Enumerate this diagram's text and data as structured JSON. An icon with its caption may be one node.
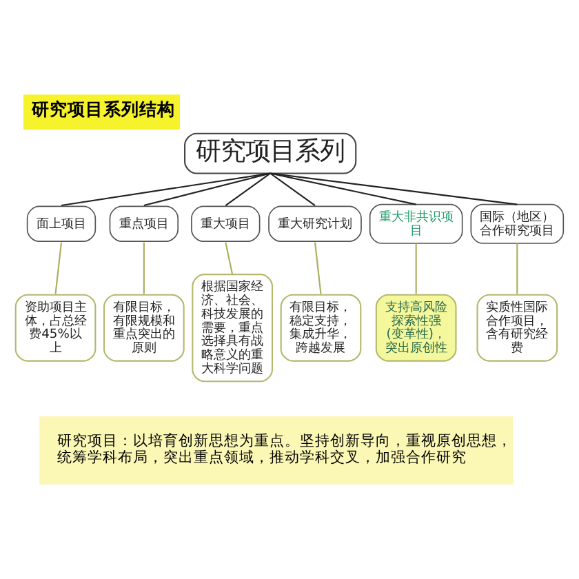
{
  "diagram": {
    "title": "研究项目系列结构",
    "nodes": [
      {
        "text": [
          "研究项目系列"
        ]
      },
      {
        "text": [
          "面上项目"
        ]
      },
      {
        "text": [
          "重点项目"
        ]
      },
      {
        "text": [
          "重大项目"
        ]
      },
      {
        "text": [
          "重大研究计划"
        ]
      },
      {
        "text": [
          "重大非共识项目"
        ]
      },
      {
        "text": [
          "国际（地区）合作研究项目"
        ]
      },
      {
        "text": [
          "资助项目主体，占总经费45%以上"
        ]
      },
      {
        "text": [
          "有限目标，有限规模和重点突出的原则"
        ]
      },
      {
        "text": [
          "根据国家经济、社会、科技发展的需要，重点选择具有战略意义的重大科学问题"
        ]
      },
      {
        "text": [
          "有限目标，稳定支持，集成升华，跨越发展"
        ]
      },
      {
        "text": [
          "支持高风险探索性强(变革性)，突出原创性"
        ]
      },
      {
        "text": [
          "实质性国际合作项目，含有研究经费"
        ]
      }
    ],
    "edges": [
      {
        "from": 0,
        "to": 1,
        "arrow": "none"
      },
      {
        "from": 0,
        "to": 2,
        "arrow": "none"
      },
      {
        "from": 0,
        "to": 3,
        "arrow": "none"
      },
      {
        "from": 0,
        "to": 4,
        "arrow": "none"
      },
      {
        "from": 0,
        "to": 5,
        "arrow": "none"
      },
      {
        "from": 0,
        "to": 6,
        "arrow": "none"
      },
      {
        "from": 7,
        "to": 1,
        "arrow": "none",
        "color": "#a9ad5c"
      },
      {
        "from": 8,
        "to": 2,
        "arrow": "none",
        "color": "#a9ad5c"
      },
      {
        "from": 9,
        "to": 3,
        "arrow": "none",
        "color": "#a9ad5c"
      },
      {
        "from": 10,
        "to": 4,
        "arrow": "none",
        "color": "#a9ad5c"
      },
      {
        "from": 11,
        "to": 5,
        "arrow": "none",
        "color": "#a9ad5c"
      },
      {
        "from": 12,
        "to": 6,
        "arrow": "none",
        "color": "#a9ad5c"
      }
    ],
    "labels": [
      "研究项目：以培育创新思想为重点。坚持创新导向，重视原创思想，统筹学科布局，突出重点领域，推动学科交叉，加强合作研究"
    ]
  }
}
